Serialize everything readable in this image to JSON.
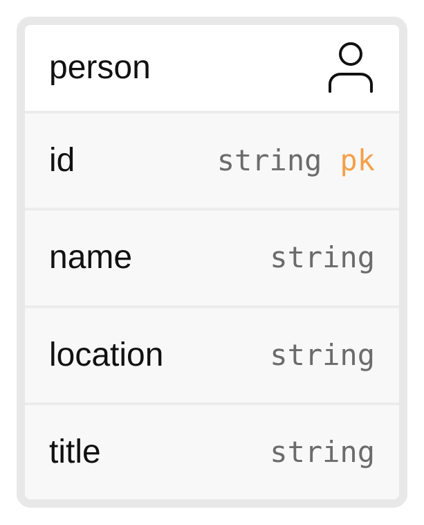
{
  "entity": {
    "title": "person",
    "icon": "person-icon",
    "fields": [
      {
        "name": "id",
        "type": "string",
        "key": "pk"
      },
      {
        "name": "name",
        "type": "string",
        "key": ""
      },
      {
        "name": "location",
        "type": "string",
        "key": ""
      },
      {
        "name": "title",
        "type": "string",
        "key": ""
      }
    ]
  },
  "colors": {
    "pk_accent": "#f3a14b",
    "type_text": "#6b6b6b",
    "border": "#e8e8e8"
  }
}
